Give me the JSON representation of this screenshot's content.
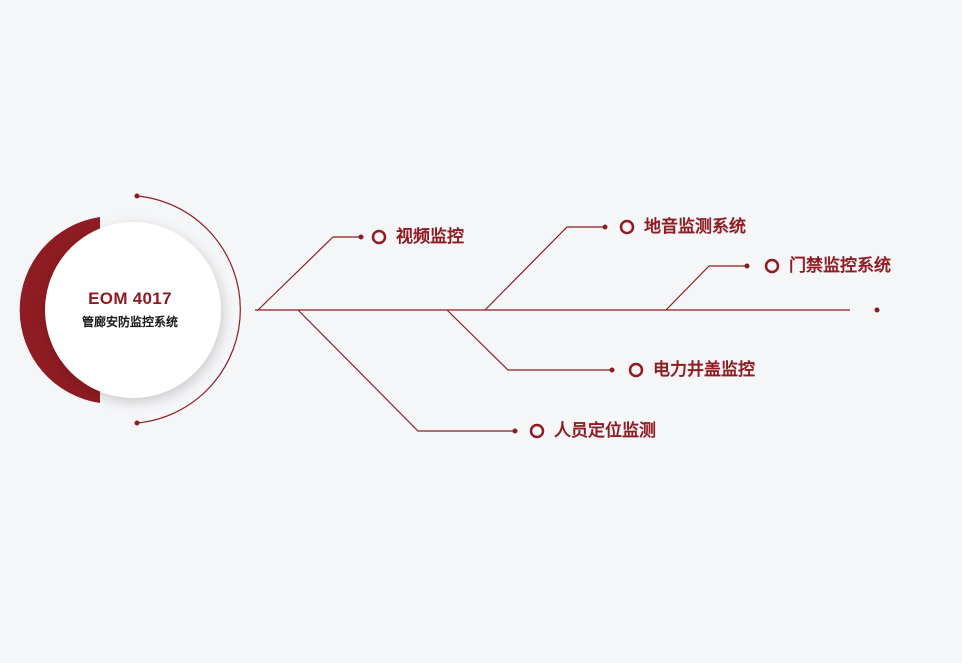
{
  "hub": {
    "model": "EOM 4017",
    "subtitle": "管廊安防监控系统"
  },
  "nodes": [
    {
      "id": "video",
      "label": "视频监控"
    },
    {
      "id": "geophone",
      "label": "地音监测系统"
    },
    {
      "id": "access",
      "label": "门禁监控系统"
    },
    {
      "id": "manhole",
      "label": "电力井盖监控"
    },
    {
      "id": "personnel",
      "label": "人员定位监测"
    }
  ],
  "colors": {
    "accent": "#8e1c22",
    "background": "#f5f6f8",
    "hub_fill": "#ffffff"
  }
}
